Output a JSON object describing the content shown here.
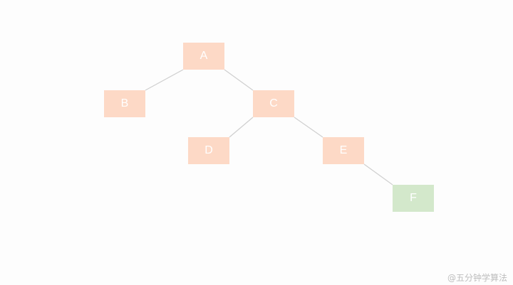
{
  "tree": {
    "nodes": [
      {
        "id": "A",
        "label": "A",
        "state": "normal"
      },
      {
        "id": "B",
        "label": "B",
        "state": "normal"
      },
      {
        "id": "C",
        "label": "C",
        "state": "normal"
      },
      {
        "id": "D",
        "label": "D",
        "state": "normal"
      },
      {
        "id": "E",
        "label": "E",
        "state": "normal"
      },
      {
        "id": "F",
        "label": "F",
        "state": "highlighted"
      }
    ],
    "edges": [
      {
        "from": "A",
        "to": "B"
      },
      {
        "from": "A",
        "to": "C"
      },
      {
        "from": "C",
        "to": "D"
      },
      {
        "from": "C",
        "to": "E"
      },
      {
        "from": "E",
        "to": "F"
      }
    ]
  },
  "colors": {
    "node_normal": "#fdd9c6",
    "node_highlight": "#d3e8cb",
    "node_text": "#ffffff",
    "edge": "#cfcfcf",
    "background": "#fdfdfd"
  },
  "watermark": "@五分钟学算法"
}
